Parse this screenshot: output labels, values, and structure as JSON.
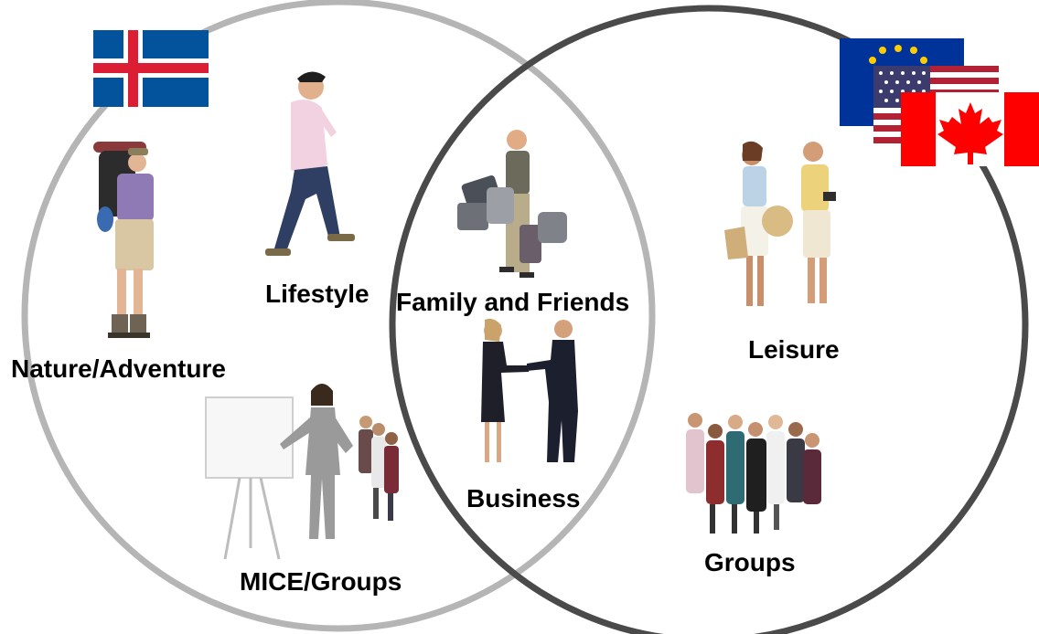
{
  "labels": {
    "nature_adventure": "Nature/Adventure",
    "lifestyle": "Lifestyle",
    "family_and_friends": "Family and Friends",
    "business": "Business",
    "mice_groups": "MICE/Groups",
    "leisure": "Leisure",
    "groups": "Groups"
  },
  "colors": {
    "left_circle": "#b5b5b5",
    "right_circle": "#4a4a4a",
    "iceland_blue": "#02529c",
    "iceland_red": "#dc1e35",
    "eu_blue": "#003399",
    "eu_star": "#ffcc00",
    "us_red": "#b22234",
    "us_blue": "#3c3b6e",
    "canada_red": "#ff0000"
  },
  "icons": [
    "iceland-flag-icon",
    "eu-flag-icon",
    "us-flag-icon",
    "canada-flag-icon",
    "backpacker-person-icon",
    "lifestyle-person-icon",
    "traveler-with-luggage-icon",
    "business-handshake-icon",
    "presenter-with-flipchart-icon",
    "leisure-couple-icon",
    "crowd-group-icon"
  ]
}
